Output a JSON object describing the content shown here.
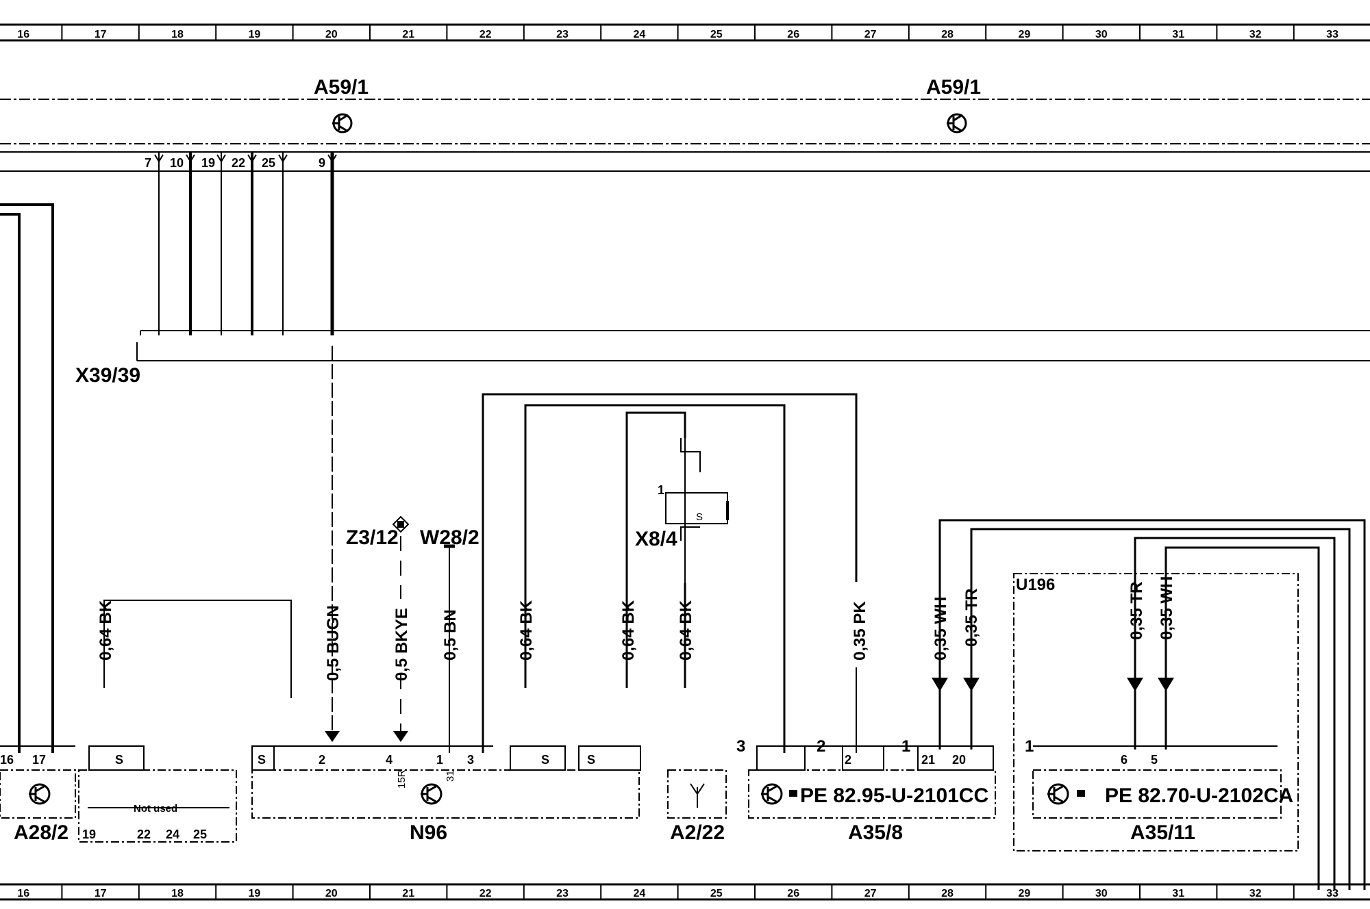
{
  "ruler": {
    "top_numbers": [
      "16",
      "17",
      "18",
      "19",
      "20",
      "21",
      "22",
      "23",
      "24",
      "25",
      "26",
      "27",
      "28",
      "29",
      "30",
      "31",
      "32",
      "33"
    ],
    "bottom_numbers": [
      "16",
      "17",
      "18",
      "19",
      "20",
      "21",
      "22",
      "23",
      "24",
      "25",
      "26",
      "27",
      "28",
      "29",
      "30",
      "31",
      "32",
      "33"
    ]
  },
  "labels": {
    "a59_left": "A59/1",
    "a59_right": "A59/1",
    "x39": "X39/39",
    "z3": "Z3/12",
    "w28": "W28/2",
    "x8": "X8/4",
    "x8_pin": "1",
    "x8_s": "S",
    "u196": "U196"
  },
  "bus_pins": [
    "7",
    "10",
    "19",
    "22",
    "25",
    "9"
  ],
  "wires": {
    "w1": "0,64 BK",
    "w2": "0,5 BUGN",
    "w3": "0,5 BKYE",
    "w4": "0,5 BN",
    "w5": "0,64 BK",
    "w6": "0,64 BK",
    "w7": "0,64 BK",
    "w8": "0,35 PK",
    "w9": "0,35 WH",
    "w10": "0,35 TR",
    "w11": "0,35 TR",
    "w12": "0,35 WH"
  },
  "components": {
    "a28": {
      "name": "A28/2",
      "pins": [
        "16",
        "17"
      ],
      "s": "S"
    },
    "notused": {
      "label": "Not used",
      "pins": [
        "19",
        "22",
        "24",
        "25"
      ]
    },
    "n96": {
      "name": "N96",
      "pins": [
        "S",
        "2",
        "4",
        "1",
        "3"
      ],
      "p15r": "15R",
      "p31": "31"
    },
    "n96b": {
      "pins": [
        "S",
        "S"
      ]
    },
    "a2": {
      "name": "A2/22"
    },
    "a35_8": {
      "name": "A35/8",
      "ref": "PE 82.95-U-2101CC",
      "pins": [
        "3",
        "2",
        "2",
        "1",
        "21",
        "20"
      ]
    },
    "a35_11": {
      "name": "A35/11",
      "ref": "PE 82.70-U-2102CA",
      "pins": [
        "1",
        "6",
        "5"
      ]
    }
  },
  "colors": {
    "line": "#000000",
    "background": "#ffffff"
  }
}
